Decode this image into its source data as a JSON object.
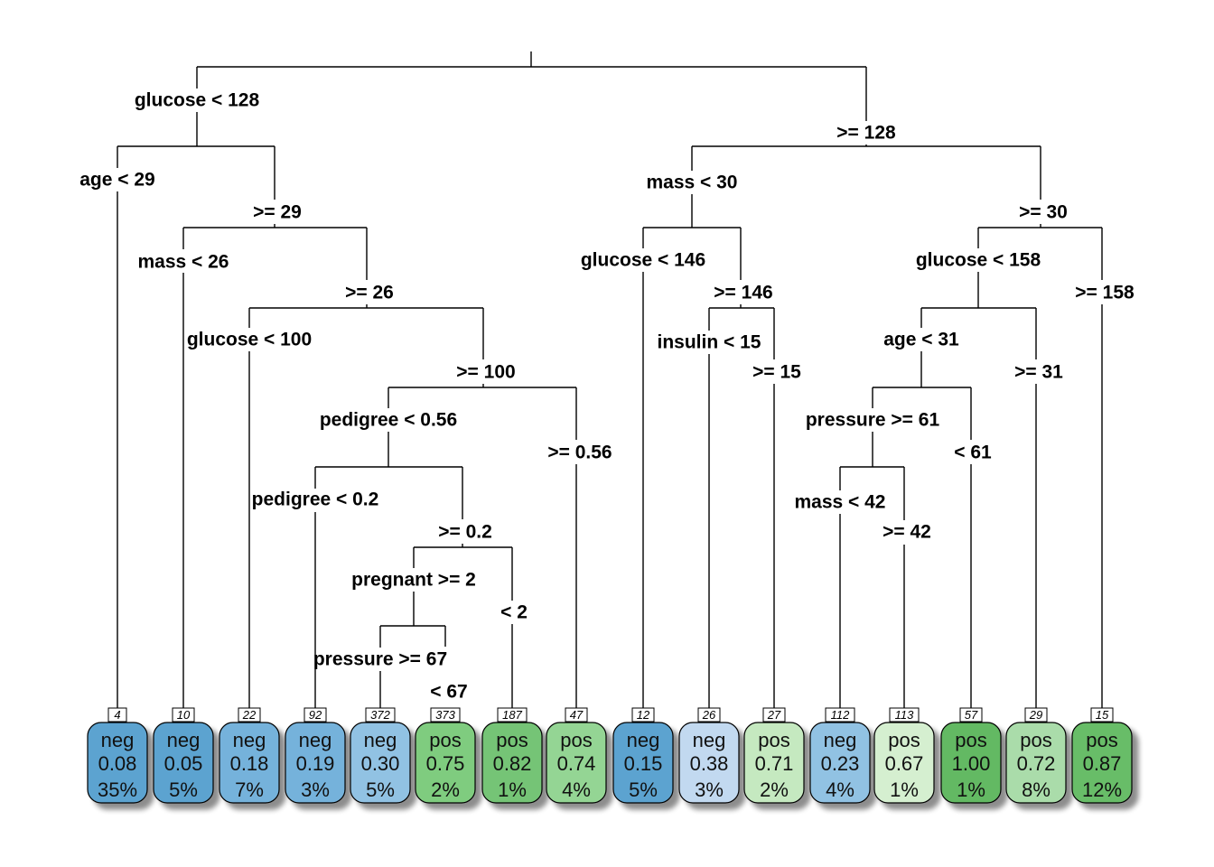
{
  "splits": [
    {
      "id": "s-glucose-128",
      "text": "glucose < 128"
    },
    {
      "id": "s-ge-128",
      "text": ">= 128"
    },
    {
      "id": "s-age-29",
      "text": "age < 29"
    },
    {
      "id": "s-ge-29",
      "text": ">= 29"
    },
    {
      "id": "s-mass-26",
      "text": "mass < 26"
    },
    {
      "id": "s-ge-26",
      "text": ">= 26"
    },
    {
      "id": "s-glucose-100",
      "text": "glucose < 100"
    },
    {
      "id": "s-ge-100",
      "text": ">= 100"
    },
    {
      "id": "s-pedigree-056",
      "text": "pedigree < 0.56"
    },
    {
      "id": "s-ge-056",
      "text": ">= 0.56"
    },
    {
      "id": "s-pedigree-02",
      "text": "pedigree < 0.2"
    },
    {
      "id": "s-ge-02",
      "text": ">= 0.2"
    },
    {
      "id": "s-pregnant-2",
      "text": "pregnant >= 2"
    },
    {
      "id": "s-lt-2",
      "text": "< 2"
    },
    {
      "id": "s-pressure-67",
      "text": "pressure >= 67"
    },
    {
      "id": "s-lt-67",
      "text": "< 67"
    },
    {
      "id": "s-mass-30",
      "text": "mass < 30"
    },
    {
      "id": "s-ge-30",
      "text": ">= 30"
    },
    {
      "id": "s-glucose-146",
      "text": "glucose < 146"
    },
    {
      "id": "s-ge-146",
      "text": ">= 146"
    },
    {
      "id": "s-insulin-15",
      "text": "insulin < 15"
    },
    {
      "id": "s-ge-15",
      "text": ">= 15"
    },
    {
      "id": "s-glucose-158",
      "text": "glucose < 158"
    },
    {
      "id": "s-ge-158",
      "text": ">= 158"
    },
    {
      "id": "s-age-31",
      "text": "age < 31"
    },
    {
      "id": "s-ge-31",
      "text": ">= 31"
    },
    {
      "id": "s-pressure-61",
      "text": "pressure >= 61"
    },
    {
      "id": "s-lt-61",
      "text": "< 61"
    },
    {
      "id": "s-mass-42",
      "text": "mass < 42"
    },
    {
      "id": "s-ge-42",
      "text": ">= 42"
    }
  ],
  "leaves": [
    {
      "node": "4",
      "cls": "neg",
      "prob": "0.08",
      "pct": "35%",
      "fill": "#5ba3d0"
    },
    {
      "node": "10",
      "cls": "neg",
      "prob": "0.05",
      "pct": "5%",
      "fill": "#5ba3d0"
    },
    {
      "node": "22",
      "cls": "neg",
      "prob": "0.18",
      "pct": "7%",
      "fill": "#74b2db"
    },
    {
      "node": "92",
      "cls": "neg",
      "prob": "0.19",
      "pct": "3%",
      "fill": "#74b2db"
    },
    {
      "node": "372",
      "cls": "neg",
      "prob": "0.30",
      "pct": "5%",
      "fill": "#91c2e3"
    },
    {
      "node": "373",
      "cls": "pos",
      "prob": "0.75",
      "pct": "2%",
      "fill": "#7fcc7f"
    },
    {
      "node": "187",
      "cls": "pos",
      "prob": "0.82",
      "pct": "1%",
      "fill": "#74c476"
    },
    {
      "node": "47",
      "cls": "pos",
      "prob": "0.74",
      "pct": "4%",
      "fill": "#94d594"
    },
    {
      "node": "12",
      "cls": "neg",
      "prob": "0.15",
      "pct": "5%",
      "fill": "#5ba3d0"
    },
    {
      "node": "26",
      "cls": "neg",
      "prob": "0.38",
      "pct": "3%",
      "fill": "#c2d9f0"
    },
    {
      "node": "27",
      "cls": "pos",
      "prob": "0.71",
      "pct": "2%",
      "fill": "#c5e9c0"
    },
    {
      "node": "112",
      "cls": "neg",
      "prob": "0.23",
      "pct": "4%",
      "fill": "#91c2e3"
    },
    {
      "node": "113",
      "cls": "pos",
      "prob": "0.67",
      "pct": "1%",
      "fill": "#d5efd0"
    },
    {
      "node": "57",
      "cls": "pos",
      "prob": "1.00",
      "pct": "1%",
      "fill": "#63b963"
    },
    {
      "node": "29",
      "cls": "pos",
      "prob": "0.72",
      "pct": "8%",
      "fill": "#aadcaa"
    },
    {
      "node": "15",
      "cls": "pos",
      "prob": "0.87",
      "pct": "12%",
      "fill": "#68bd68"
    }
  ]
}
